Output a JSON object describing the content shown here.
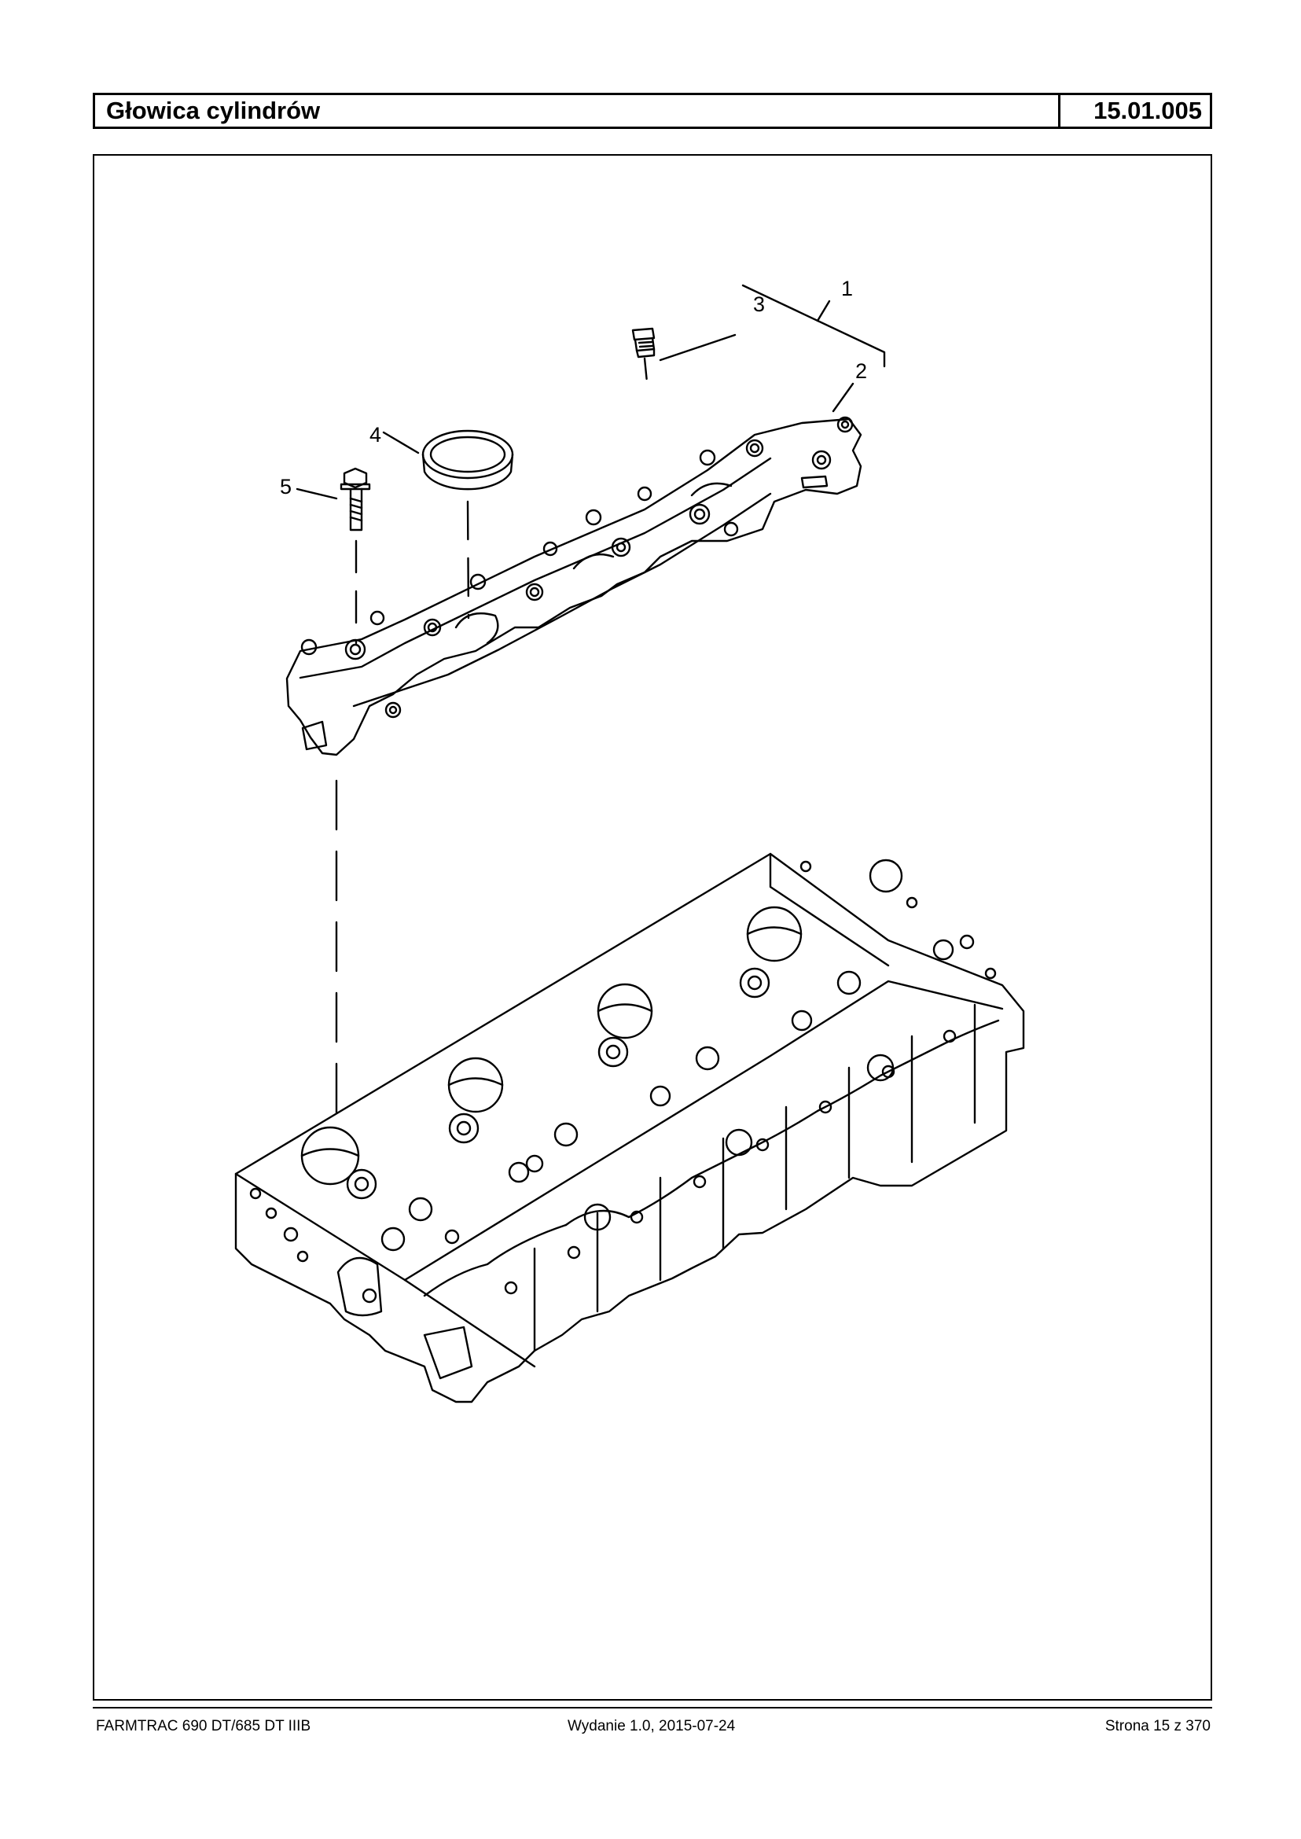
{
  "header": {
    "title": "Głowica cylindrów",
    "code": "15.01.005"
  },
  "callouts": [
    {
      "number": "1"
    },
    {
      "number": "2"
    },
    {
      "number": "3"
    },
    {
      "number": "4"
    },
    {
      "number": "5"
    }
  ],
  "footer": {
    "model": "FARMTRAC 690 DT/685 DT IIIB",
    "edition": "Wydanie 1.0,  2015-07-24",
    "page": "Strona 15 z 370"
  }
}
